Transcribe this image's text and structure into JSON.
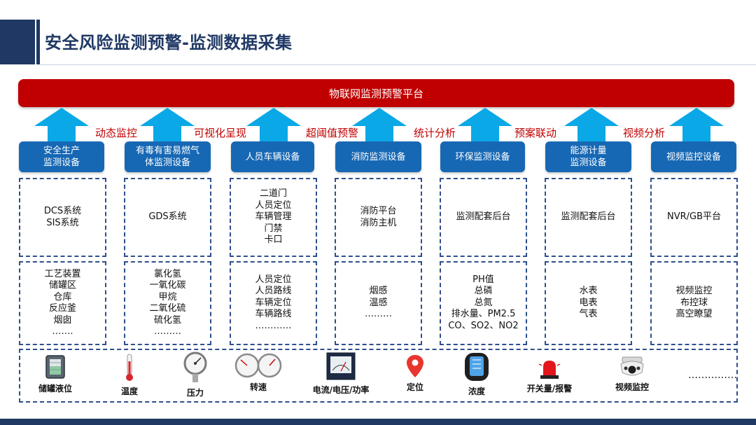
{
  "header": {
    "title": "安全风险监测预警-监测数据采集"
  },
  "platform": {
    "label": "物联网监测预警平台"
  },
  "flow_labels": [
    "动态监控",
    "可视化呈现",
    "超阈值预警",
    "统计分析",
    "预案联动",
    "视频分析"
  ],
  "devices": [
    {
      "name": [
        "安全生产",
        "监测设备"
      ],
      "system": [
        "DCS系统",
        "SIS系统"
      ],
      "items": [
        "工艺装置",
        "储罐区",
        "仓库",
        "反应釜",
        "烟囱",
        "……."
      ]
    },
    {
      "name": [
        "有毒有害易燃气",
        "体监测设备"
      ],
      "system": [
        "GDS系统"
      ],
      "items": [
        "氯化氢",
        "一氧化碳",
        "甲烷",
        "二氧化硫",
        "硫化氢",
        "………"
      ]
    },
    {
      "name": [
        "人员车辆设备"
      ],
      "system": [
        "二道门",
        "人员定位",
        "车辆管理",
        "门禁",
        "卡口"
      ],
      "items": [
        "人员定位",
        "人员路线",
        "车辆定位",
        "车辆路线",
        "…………"
      ]
    },
    {
      "name": [
        "消防监测设备"
      ],
      "system": [
        "消防平台",
        "消防主机"
      ],
      "items": [
        "烟感",
        "温感",
        "………"
      ]
    },
    {
      "name": [
        "环保监测设备"
      ],
      "system": [
        "监测配套后台"
      ],
      "items": [
        "PH值",
        "总磷",
        "总氮",
        "排水量、PM2.5",
        "CO、SO2、NO2"
      ]
    },
    {
      "name": [
        "能源计量",
        "监测设备"
      ],
      "system": [
        "监测配套后台"
      ],
      "items": [
        "水表",
        "电表",
        "气表"
      ]
    },
    {
      "name": [
        "视频监控设备"
      ],
      "system": [
        "NVR/GB平台"
      ],
      "items": [
        "视频监控",
        "布控球",
        "高空瞭望"
      ]
    }
  ],
  "sensors": [
    "储罐液位",
    "温度",
    "压力",
    "转速",
    "电流/电压/功率",
    "定位",
    "浓度",
    "开关量/报警",
    "视频监控"
  ],
  "sensor_more": "……………",
  "colors": {
    "title": "#1f3864",
    "platform": "#c00000",
    "arrow": "#0aa8e6",
    "device_head": "#1768b4",
    "flow_label": "#c00000",
    "dashed_border": "#2e4f8a"
  }
}
